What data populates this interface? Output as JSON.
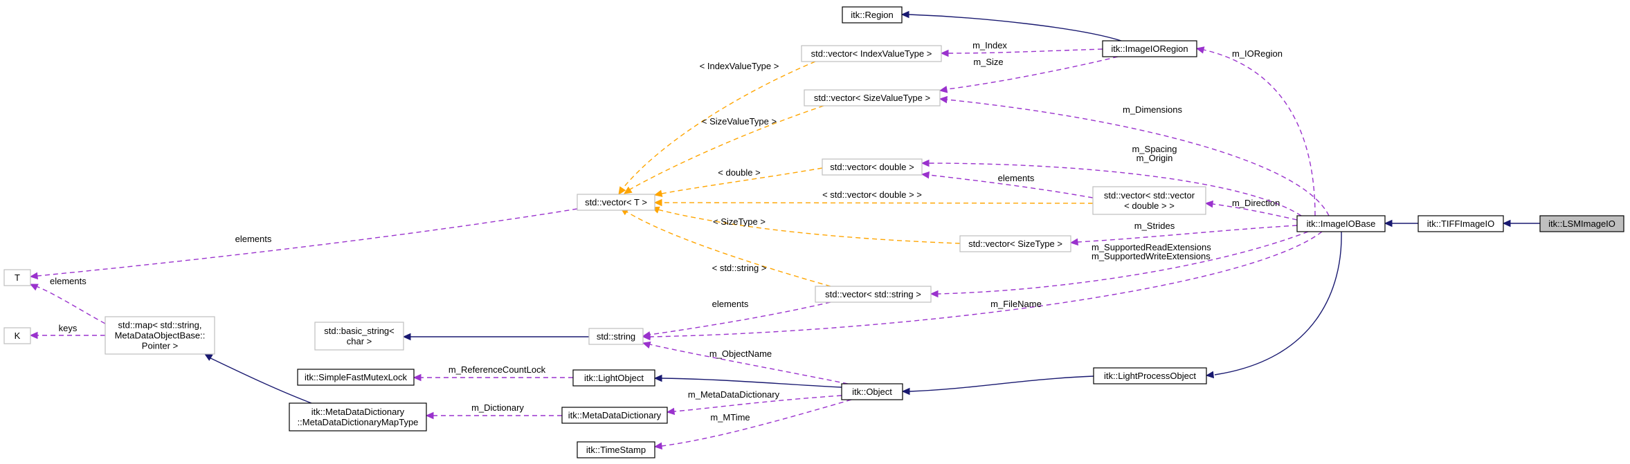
{
  "colors": {
    "inheritance": "#191970",
    "member_usage": "#9a32cd",
    "template_instance": "#ffa500",
    "focus_fill": "#bfbfbf",
    "weak_border": "#bfbfbf"
  },
  "nodes": {
    "lsm_image_io": {
      "lines": [
        "itk::LSMImageIO"
      ]
    },
    "tiff_image_io": {
      "lines": [
        "itk::TIFFImageIO"
      ]
    },
    "image_io_base": {
      "lines": [
        "itk::ImageIOBase"
      ]
    },
    "light_process_object": {
      "lines": [
        "itk::LightProcessObject"
      ]
    },
    "object": {
      "lines": [
        "itk::Object"
      ]
    },
    "light_object": {
      "lines": [
        "itk::LightObject"
      ]
    },
    "simple_fast_mutex_lock": {
      "lines": [
        "itk::SimpleFastMutexLock"
      ]
    },
    "meta_data_dictionary": {
      "lines": [
        "itk::MetaDataDictionary"
      ]
    },
    "time_stamp": {
      "lines": [
        "itk::TimeStamp"
      ]
    },
    "meta_data_dictionary_map_type": {
      "lines": [
        "itk::MetaDataDictionary",
        "::MetaDataDictionaryMapType"
      ]
    },
    "std_map": {
      "lines": [
        "std::map< std::string,",
        "MetaDataObjectBase::",
        "Pointer >"
      ]
    },
    "t": {
      "lines": [
        "T"
      ]
    },
    "k": {
      "lines": [
        "K"
      ]
    },
    "std_basic_string": {
      "lines": [
        "std::basic_string<",
        "char >"
      ]
    },
    "std_string": {
      "lines": [
        "std::string"
      ]
    },
    "std_vector_t": {
      "lines": [
        "std::vector< T >"
      ]
    },
    "vector_index_value_type": {
      "lines": [
        "std::vector< IndexValueType >"
      ]
    },
    "vector_size_value_type": {
      "lines": [
        "std::vector< SizeValueType >"
      ]
    },
    "vector_double": {
      "lines": [
        "std::vector< double >"
      ]
    },
    "vector_vector_double": {
      "lines": [
        "std::vector< std::vector",
        "< double > >"
      ]
    },
    "vector_size_type": {
      "lines": [
        "std::vector< SizeType >"
      ]
    },
    "vector_string": {
      "lines": [
        "std::vector< std::string >"
      ]
    },
    "image_io_region": {
      "lines": [
        "itk::ImageIORegion"
      ]
    },
    "region": {
      "lines": [
        "itk::Region"
      ]
    }
  },
  "edges": {
    "m_index": {
      "lines": [
        "m_Index"
      ]
    },
    "m_size": {
      "lines": [
        "m_Size"
      ]
    },
    "m_io_region": {
      "lines": [
        "m_IORegion"
      ]
    },
    "m_dimensions": {
      "lines": [
        "m_Dimensions"
      ]
    },
    "m_spacing_origin": {
      "lines": [
        "m_Spacing",
        "m_Origin"
      ]
    },
    "m_direction": {
      "lines": [
        "m_Direction"
      ]
    },
    "m_strides": {
      "lines": [
        "m_Strides"
      ]
    },
    "m_supported_extensions": {
      "lines": [
        "m_SupportedReadExtensions",
        "m_SupportedWriteExtensions"
      ]
    },
    "m_file_name": {
      "lines": [
        "m_FileName"
      ]
    },
    "elements_vector_of_vector": {
      "lines": [
        "elements"
      ]
    },
    "elements_string_vector": {
      "lines": [
        "elements"
      ]
    },
    "elements_vector_t": {
      "lines": [
        "elements"
      ]
    },
    "elements_map": {
      "lines": [
        "elements"
      ]
    },
    "keys": {
      "lines": [
        "keys"
      ]
    },
    "m_object_name": {
      "lines": [
        "m_ObjectName"
      ]
    },
    "m_reference_count_lock": {
      "lines": [
        "m_ReferenceCountLock"
      ]
    },
    "m_meta_data_dictionary": {
      "lines": [
        "m_MetaDataDictionary"
      ]
    },
    "m_dictionary": {
      "lines": [
        "m_Dictionary"
      ]
    },
    "m_mtime": {
      "lines": [
        "m_MTime"
      ]
    },
    "tpl_index_value_type": {
      "lines": [
        "< IndexValueType >"
      ]
    },
    "tpl_size_value_type": {
      "lines": [
        "< SizeValueType >"
      ]
    },
    "tpl_double": {
      "lines": [
        "< double >"
      ]
    },
    "tpl_vector_double": {
      "lines": [
        "< std::vector< double > >"
      ]
    },
    "tpl_size_type": {
      "lines": [
        "< SizeType >"
      ]
    },
    "tpl_string": {
      "lines": [
        "< std::string >"
      ]
    }
  }
}
